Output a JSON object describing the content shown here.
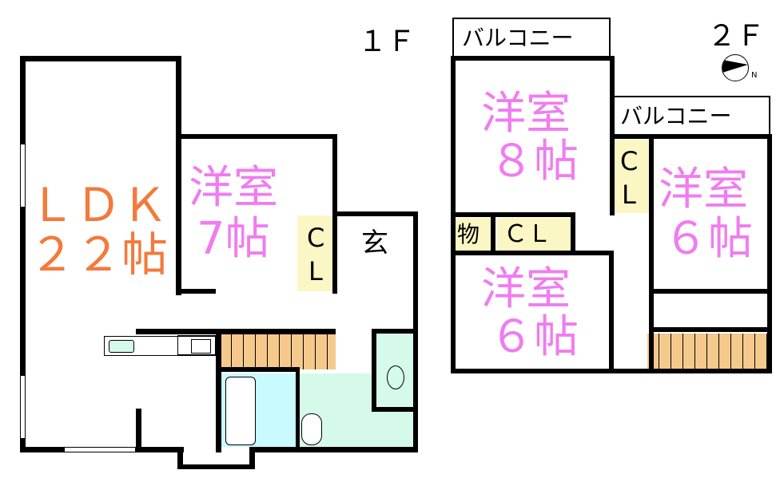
{
  "floor1": {
    "label": "１Ｆ",
    "ldk": {
      "line1": "ＬＤＫ",
      "line2": "２２帖"
    },
    "room7": {
      "line1": "洋室",
      "line2": "7帖"
    },
    "closet": {
      "line1": "C",
      "line2": "L"
    },
    "entrance": "玄"
  },
  "floor2": {
    "label": "２Ｆ",
    "balcony_1": "バルコニー",
    "balcony_2": "バルコニー",
    "room8": {
      "line1": "洋室",
      "line2": "８帖"
    },
    "room6_right": {
      "line1": "洋室",
      "line2": "６帖"
    },
    "room6_bottom": {
      "line1": "洋室",
      "line2": "６帖"
    },
    "closet_vertical": {
      "line1": "C",
      "line2": "L"
    },
    "storage": "物",
    "closet_horizontal": "ＣＬ",
    "compass_letter": "N"
  },
  "colors": {
    "ldk_text": "#f37a3c",
    "room_text": "#f07cf0",
    "closet": "#fbf7c4",
    "stairs": "#f5c98c",
    "bath": "#c8fafe",
    "washroom": "#d6faea"
  }
}
